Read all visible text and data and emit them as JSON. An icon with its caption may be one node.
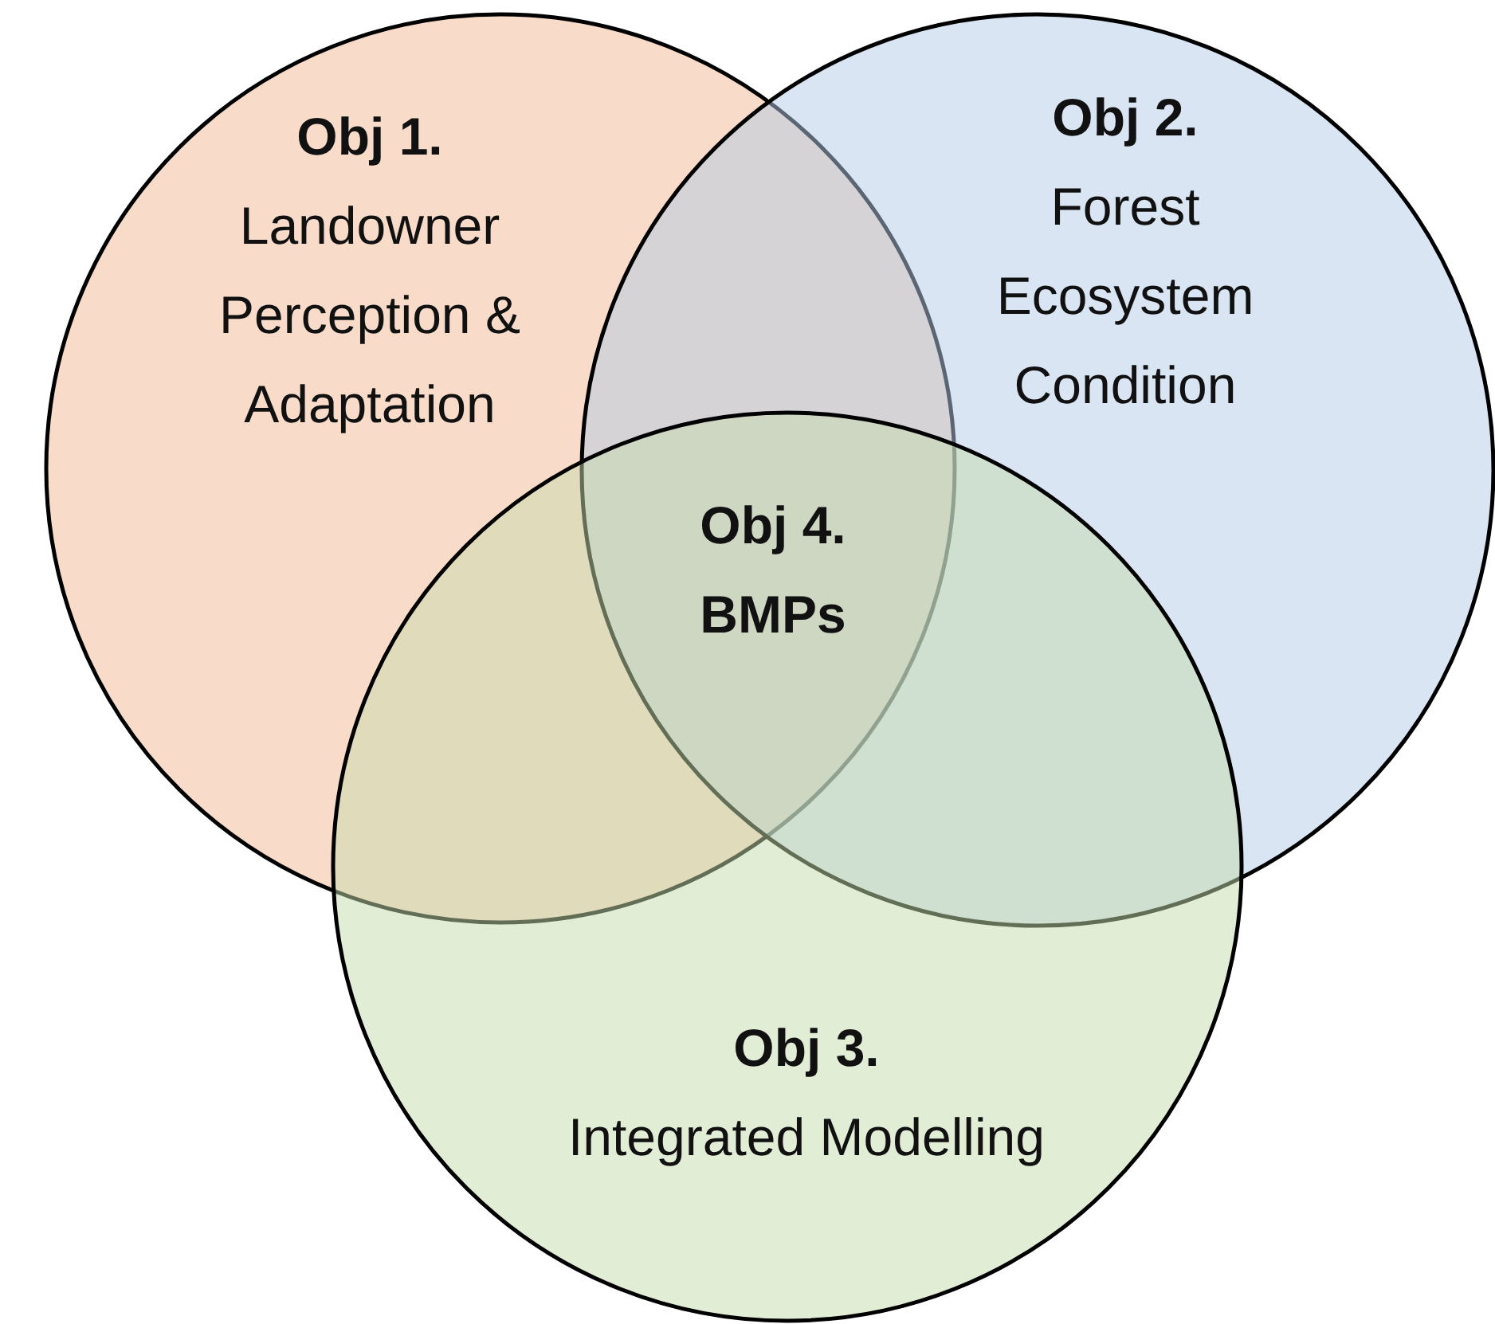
{
  "diagram": {
    "nodes": [
      {
        "text": [
          "Obj 1.",
          "Landowner Perception & Adaptation"
        ]
      },
      {
        "text": [
          "Obj 2.",
          "Forest Ecosystem Condition"
        ]
      },
      {
        "text": [
          "Obj 3.",
          "Integrated Modelling"
        ]
      }
    ],
    "edges": [],
    "labels": [
      "Obj 4. BMPs"
    ]
  }
}
